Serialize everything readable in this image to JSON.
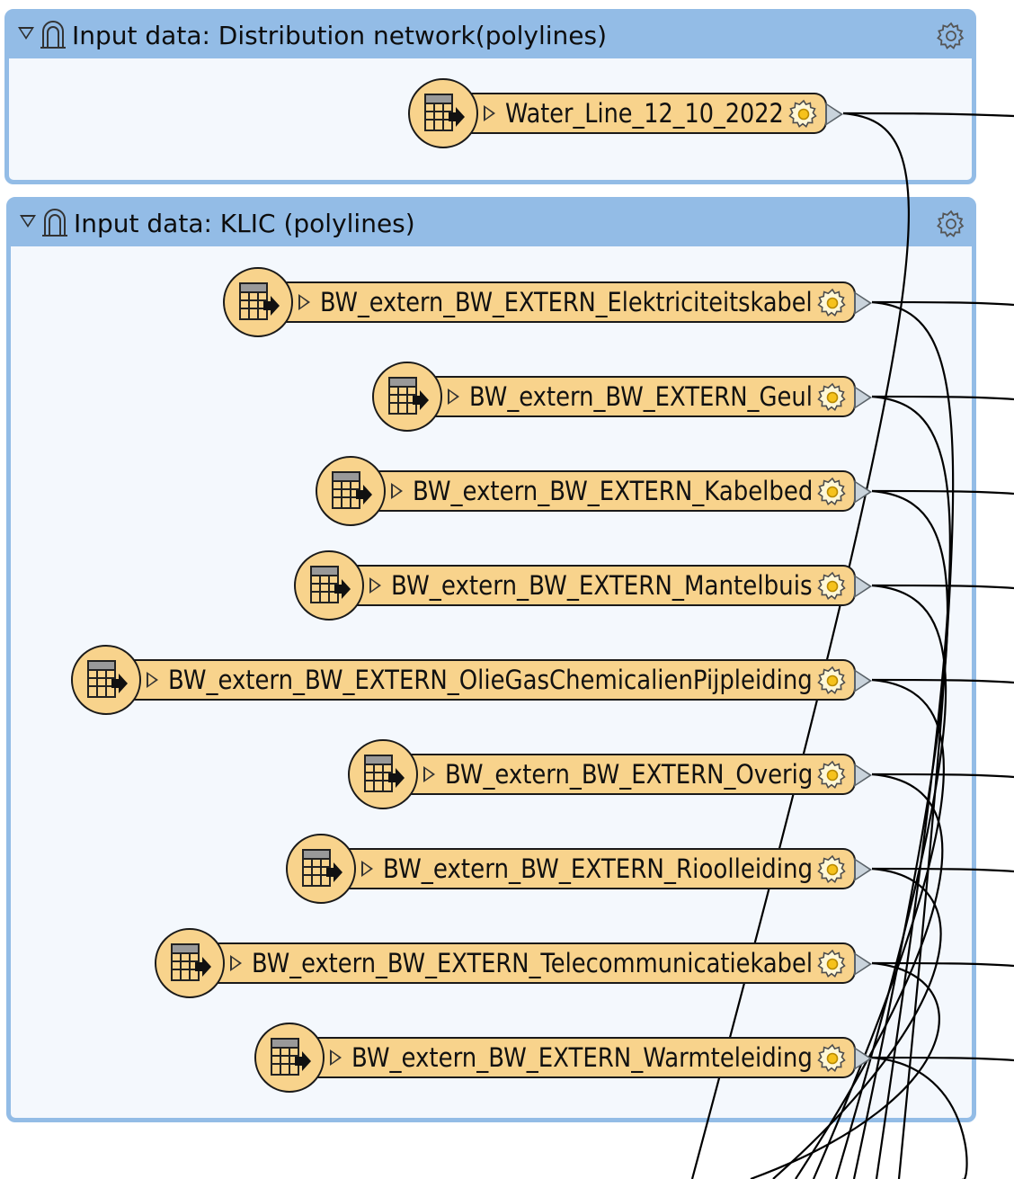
{
  "bookmarks": [
    {
      "title": "Input data: Distribution network(polylines)"
    },
    {
      "title": "Input data: KLIC (polylines)"
    }
  ],
  "readers": [
    {
      "label": "Water_Line_12_10_2022"
    },
    {
      "label": "BW_extern_BW_EXTERN_Elektriciteitskabel"
    },
    {
      "label": "BW_extern_BW_EXTERN_Geul"
    },
    {
      "label": "BW_extern_BW_EXTERN_Kabelbed"
    },
    {
      "label": "BW_extern_BW_EXTERN_Mantelbuis"
    },
    {
      "label": "BW_extern_BW_EXTERN_OlieGasChemicalienPijpleiding"
    },
    {
      "label": "BW_extern_BW_EXTERN_Overig"
    },
    {
      "label": "BW_extern_BW_EXTERN_Rioolleiding"
    },
    {
      "label": "BW_extern_BW_EXTERN_Telecommunicatiekabel"
    },
    {
      "label": "BW_extern_BW_EXTERN_Warmteleiding"
    }
  ],
  "icons": {
    "collapse": "collapse-triangle-icon",
    "bookmark": "bookmark-icon",
    "bookmark_settings": "gear-icon",
    "reader": "table-reader-icon",
    "expand": "expand-triangle-icon",
    "port_settings": "gear-icon",
    "output_port": "output-port-icon"
  },
  "colors": {
    "bookmark_header": "#93bce6",
    "bookmark_body": "#f4f8fd",
    "reader_fill": "#f8d38c",
    "link": "#000000"
  }
}
